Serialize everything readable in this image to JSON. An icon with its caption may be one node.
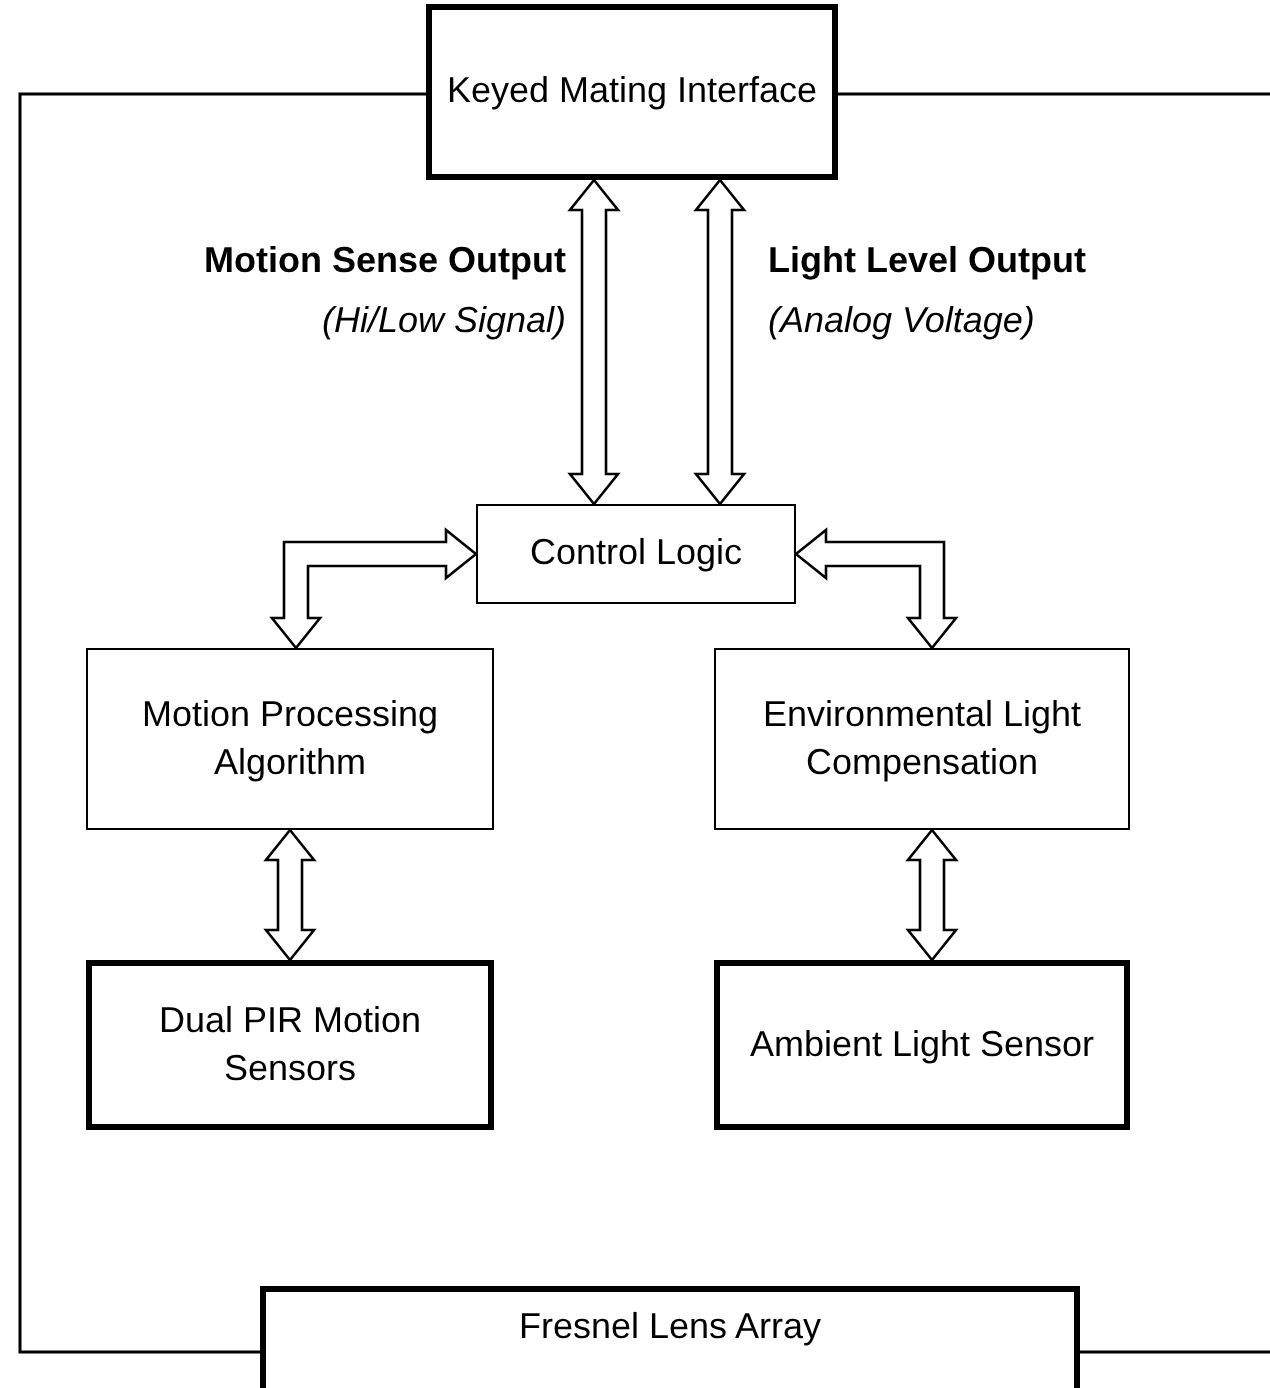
{
  "diagram": {
    "nodes": [
      {
        "text": [
          "Keyed Mating Interface"
        ]
      },
      {
        "text": [
          "Control Logic"
        ]
      },
      {
        "text": [
          "Motion Processing Algorithm"
        ]
      },
      {
        "text": [
          "Environmental Light Compensation"
        ]
      },
      {
        "text": [
          "Dual PIR Motion Sensors"
        ]
      },
      {
        "text": [
          "Ambient Light Sensor"
        ]
      },
      {
        "text": [
          "Fresnel Lens Array"
        ]
      }
    ],
    "edges": [
      {
        "from": 0,
        "to": 1,
        "arrow": "both",
        "label": "**Motion Sense Output** *(Hi/Low Signal)*"
      },
      {
        "from": 0,
        "to": 1,
        "arrow": "both",
        "label": "**Light Level Output** *(Analog Voltage)*"
      },
      {
        "from": 1,
        "to": 2,
        "arrow": "both"
      },
      {
        "from": 1,
        "to": 3,
        "arrow": "both"
      },
      {
        "from": 2,
        "to": 4,
        "arrow": "both"
      },
      {
        "from": 3,
        "to": 5,
        "arrow": "both"
      }
    ]
  }
}
